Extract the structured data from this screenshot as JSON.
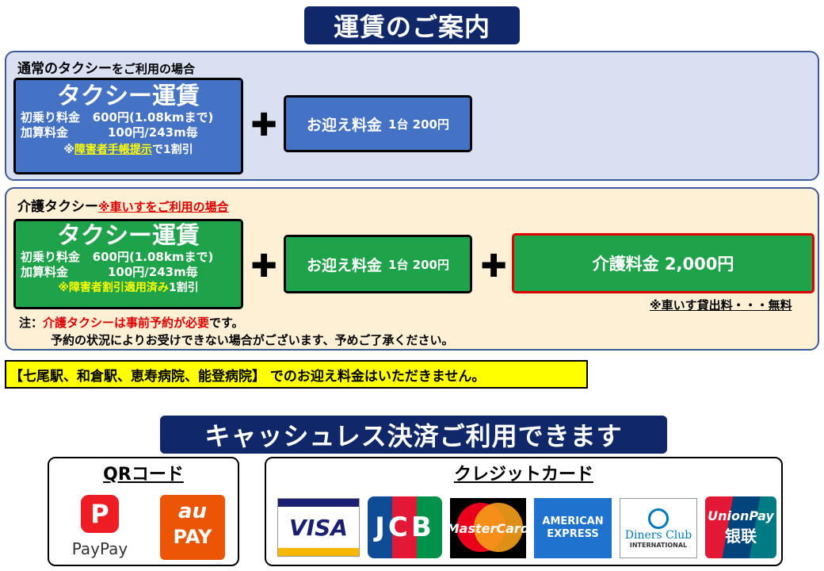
{
  "title": "運賃のご案内",
  "normal": {
    "heading": "通常のタクシー",
    "heading_suffix": "をご利用の場合",
    "fare_title": "タクシー運賃",
    "initial_fare_label": "初乗り料金",
    "initial_fare_value": "600円(1.08kmまで)",
    "additional_label": "加算料金",
    "additional_value": "100円/243m毎",
    "note_prefix": "※",
    "note_highlight": "障害者手帳提示",
    "note_suffix": "で1割引",
    "pickup_label": "お迎え料金",
    "pickup_value": "1台 200円"
  },
  "care": {
    "heading": "介護タクシー",
    "heading_note": "※車いすをご利用の場合",
    "fare_title": "タクシー運賃",
    "initial_fare_label": "初乗り料金",
    "initial_fare_value": "600円(1.08kmまで)",
    "additional_label": "加算料金",
    "additional_value": "100円/243m毎",
    "note_prefix": "※",
    "note_highlight": "障害者割引適用済み",
    "note_suffix": "1割引",
    "pickup_label": "お迎え料金",
    "pickup_value": "1台 200円",
    "care_fee": "介護料金 2,000円",
    "wheelchair_note": "※車いす貸出料・・・無料",
    "note_label": "注：",
    "note_red": "介護タクシーは事前予約が必要",
    "note_rest": "です。",
    "note_line2": "予約の状況によりお受けできない場合がございます、予めご了承ください。"
  },
  "plus_symbol": "✚",
  "free_pickup_notice": "【七尾駅、和倉駅、恵寿病院、能登病院】 でのお迎え料金はいただきません。",
  "cashless_title": "キャッシュレス決済ご利用できます",
  "qr": {
    "title": "QRコード",
    "paypay_icon_text": "P",
    "paypay_label": "PayPay",
    "aupay_top": "au",
    "aupay_bottom": "PAY"
  },
  "credit": {
    "title": "クレジットカード",
    "visa": "VISA",
    "jcb": "JCB",
    "mastercard": "MasterCard",
    "amex_line1": "AMERICAN",
    "amex_line2": "EXPRESS",
    "diners_line1": "Diners Club",
    "diners_line2": "INTERNATIONAL",
    "unionpay_line1": "UnionPay",
    "unionpay_line2": "银联"
  },
  "colors": {
    "navy": "#10286a",
    "fare_blue": "#4472c4",
    "fare_green": "#1ea24a",
    "alert_red": "#e00000",
    "highlight_yellow": "#ffff00"
  }
}
